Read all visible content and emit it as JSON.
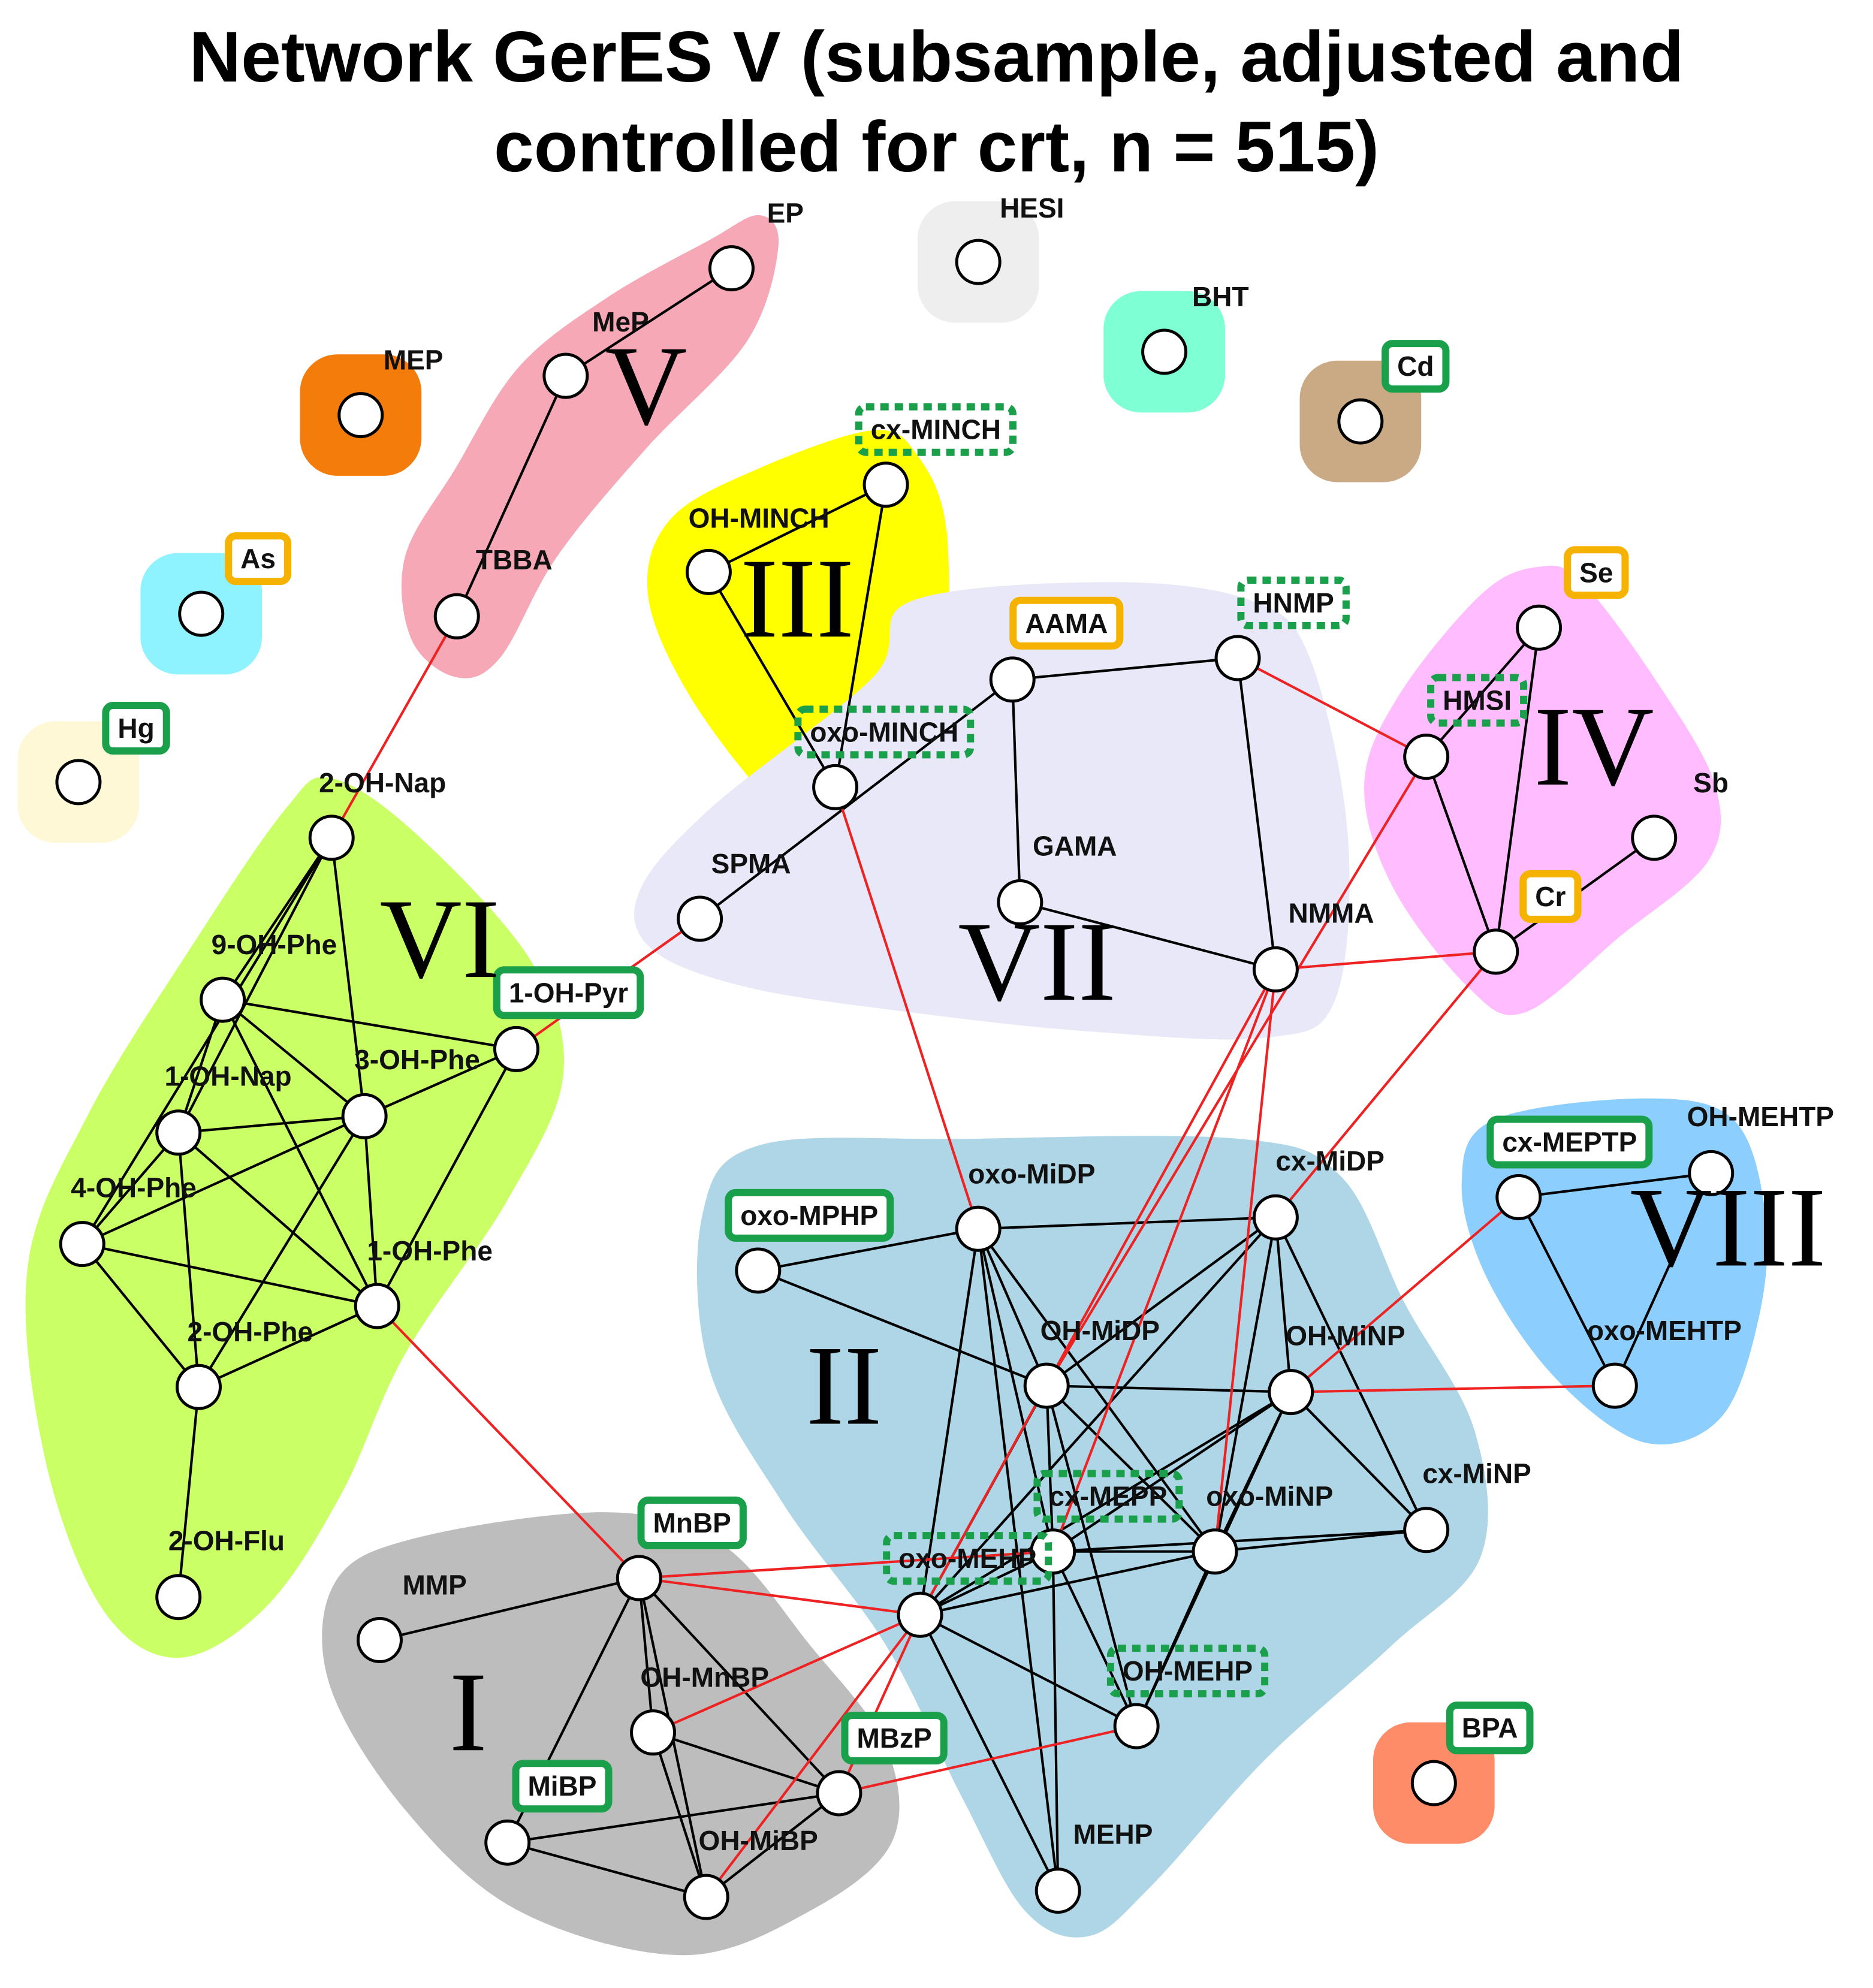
{
  "title": {
    "line1": "Network GerES V (subsample, adjusted and",
    "line2": "controlled for crt, n = 515)"
  },
  "colors": {
    "edge_within": "#000000",
    "edge_between": "#ee2222",
    "box_solid": "#1aa04b",
    "box_dashed": "#1aa04b",
    "box_orange": "#f5b300",
    "node_fill": "#ffffff",
    "node_stroke": "#000000"
  },
  "clusters": [
    {
      "id": "I",
      "label": "I",
      "color": "#bdbdbd"
    },
    {
      "id": "II",
      "label": "II",
      "color": "#aed6e6"
    },
    {
      "id": "III",
      "label": "III",
      "color": "#ffff00"
    },
    {
      "id": "IV",
      "label": "IV",
      "color": "#ffbcff"
    },
    {
      "id": "V",
      "label": "V",
      "color": "#f6a8b6"
    },
    {
      "id": "VI",
      "label": "VI",
      "color": "#cbff66"
    },
    {
      "id": "VII",
      "label": "VII",
      "color": "#e8e8f8"
    },
    {
      "id": "VIII",
      "label": "VIII",
      "color": "#8ccfff"
    }
  ],
  "singletons": [
    {
      "node": "EP_single",
      "color": "#f2f2f2"
    },
    {
      "node": "HESI",
      "color": "#eeeeee"
    },
    {
      "node": "BHT",
      "color": "#7fffd4"
    },
    {
      "node": "Cd",
      "color": "#c9aa85"
    },
    {
      "node": "MEP",
      "color": "#f47c0a"
    },
    {
      "node": "As",
      "color": "#8ff3ff"
    },
    {
      "node": "Hg",
      "color": "#fff8d6"
    },
    {
      "node": "BPA",
      "color": "#ff8c69"
    }
  ],
  "nodes": [
    {
      "id": "EP",
      "label": "EP",
      "box": "none"
    },
    {
      "id": "MeP",
      "label": "MeP",
      "box": "none"
    },
    {
      "id": "TBBA",
      "label": "TBBA",
      "box": "none"
    },
    {
      "id": "HESI",
      "label": "HESI",
      "box": "none"
    },
    {
      "id": "BHT",
      "label": "BHT",
      "box": "none"
    },
    {
      "id": "Cd",
      "label": "Cd",
      "box": "solid"
    },
    {
      "id": "MEP",
      "label": "MEP",
      "box": "none"
    },
    {
      "id": "As",
      "label": "As",
      "box": "orange"
    },
    {
      "id": "Hg",
      "label": "Hg",
      "box": "solid"
    },
    {
      "id": "cx-MINCH",
      "label": "cx-MINCH",
      "box": "dashed"
    },
    {
      "id": "OH-MINCH",
      "label": "OH-MINCH",
      "box": "none"
    },
    {
      "id": "oxo-MINCH",
      "label": "oxo-MINCH",
      "box": "dashed"
    },
    {
      "id": "AAMA",
      "label": "AAMA",
      "box": "orange"
    },
    {
      "id": "HNMP",
      "label": "HNMP",
      "box": "dashed"
    },
    {
      "id": "GAMA",
      "label": "GAMA",
      "box": "none"
    },
    {
      "id": "NMMA",
      "label": "NMMA",
      "box": "none"
    },
    {
      "id": "SPMA",
      "label": "SPMA",
      "box": "none"
    },
    {
      "id": "Se",
      "label": "Se",
      "box": "orange"
    },
    {
      "id": "HMSI",
      "label": "HMSI",
      "box": "dashed"
    },
    {
      "id": "Sb",
      "label": "Sb",
      "box": "none"
    },
    {
      "id": "Cr",
      "label": "Cr",
      "box": "orange"
    },
    {
      "id": "2-OH-Nap",
      "label": "2-OH-Nap",
      "box": "none"
    },
    {
      "id": "9-OH-Phe",
      "label": "9-OH-Phe",
      "box": "none"
    },
    {
      "id": "1-OH-Pyr",
      "label": "1-OH-Pyr",
      "box": "solid"
    },
    {
      "id": "1-OH-Nap",
      "label": "1-OH-Nap",
      "box": "none"
    },
    {
      "id": "3-OH-Phe",
      "label": "3-OH-Phe",
      "box": "none"
    },
    {
      "id": "4-OH-Phe",
      "label": "4-OH-Phe",
      "box": "none"
    },
    {
      "id": "1-OH-Phe",
      "label": "1-OH-Phe",
      "box": "none"
    },
    {
      "id": "2-OH-Phe",
      "label": "2-OH-Phe",
      "box": "none"
    },
    {
      "id": "2-OH-Flu",
      "label": "2-OH-Flu",
      "box": "none"
    },
    {
      "id": "oxo-MPHP",
      "label": "oxo-MPHP",
      "box": "solid"
    },
    {
      "id": "oxo-MiDP",
      "label": "oxo-MiDP",
      "box": "none"
    },
    {
      "id": "cx-MiDP",
      "label": "cx-MiDP",
      "box": "none"
    },
    {
      "id": "OH-MiDP",
      "label": "OH-MiDP",
      "box": "none"
    },
    {
      "id": "OH-MiNP",
      "label": "OH-MiNP",
      "box": "none"
    },
    {
      "id": "cx-MiNP",
      "label": "cx-MiNP",
      "box": "none"
    },
    {
      "id": "cx-MEPP",
      "label": "cx-MEPP",
      "box": "dashed"
    },
    {
      "id": "oxo-MiNP",
      "label": "oxo-MiNP",
      "box": "none"
    },
    {
      "id": "oxo-MEHP",
      "label": "oxo-MEHP",
      "box": "dashed"
    },
    {
      "id": "OH-MEHP",
      "label": "OH-MEHP",
      "box": "dashed"
    },
    {
      "id": "MEHP",
      "label": "MEHP",
      "box": "none"
    },
    {
      "id": "MnBP",
      "label": "MnBP",
      "box": "solid"
    },
    {
      "id": "MMP",
      "label": "MMP",
      "box": "none"
    },
    {
      "id": "OH-MnBP",
      "label": "OH-MnBP",
      "box": "none"
    },
    {
      "id": "MiBP",
      "label": "MiBP",
      "box": "solid"
    },
    {
      "id": "MBzP",
      "label": "MBzP",
      "box": "solid"
    },
    {
      "id": "OH-MiBP",
      "label": "OH-MiBP",
      "box": "none"
    },
    {
      "id": "cx-MEPTP",
      "label": "cx-MEPTP",
      "box": "solid"
    },
    {
      "id": "OH-MEHTP",
      "label": "OH-MEHTP",
      "box": "none"
    },
    {
      "id": "oxo-MEHTP",
      "label": "oxo-MEHTP",
      "box": "none"
    },
    {
      "id": "BPA",
      "label": "BPA",
      "box": "solid"
    }
  ],
  "edges_within": [
    [
      "EP",
      "MeP"
    ],
    [
      "MeP",
      "TBBA"
    ],
    [
      "cx-MINCH",
      "OH-MINCH"
    ],
    [
      "cx-MINCH",
      "oxo-MINCH"
    ],
    [
      "OH-MINCH",
      "oxo-MINCH"
    ],
    [
      "AAMA",
      "HNMP"
    ],
    [
      "AAMA",
      "GAMA"
    ],
    [
      "AAMA",
      "SPMA"
    ],
    [
      "HNMP",
      "NMMA"
    ],
    [
      "GAMA",
      "NMMA"
    ],
    [
      "Se",
      "HMSI"
    ],
    [
      "Se",
      "Cr"
    ],
    [
      "HMSI",
      "Cr"
    ],
    [
      "Sb",
      "Cr"
    ],
    [
      "2-OH-Nap",
      "9-OH-Phe"
    ],
    [
      "2-OH-Nap",
      "1-OH-Nap"
    ],
    [
      "2-OH-Nap",
      "3-OH-Phe"
    ],
    [
      "2-OH-Nap",
      "4-OH-Phe"
    ],
    [
      "9-OH-Phe",
      "1-OH-Nap"
    ],
    [
      "9-OH-Phe",
      "3-OH-Phe"
    ],
    [
      "9-OH-Phe",
      "1-OH-Pyr"
    ],
    [
      "9-OH-Phe",
      "1-OH-Phe"
    ],
    [
      "1-OH-Nap",
      "3-OH-Phe"
    ],
    [
      "1-OH-Nap",
      "4-OH-Phe"
    ],
    [
      "1-OH-Nap",
      "2-OH-Phe"
    ],
    [
      "1-OH-Nap",
      "1-OH-Phe"
    ],
    [
      "3-OH-Phe",
      "1-OH-Pyr"
    ],
    [
      "3-OH-Phe",
      "4-OH-Phe"
    ],
    [
      "3-OH-Phe",
      "1-OH-Phe"
    ],
    [
      "3-OH-Phe",
      "2-OH-Phe"
    ],
    [
      "1-OH-Pyr",
      "1-OH-Phe"
    ],
    [
      "4-OH-Phe",
      "1-OH-Phe"
    ],
    [
      "4-OH-Phe",
      "2-OH-Phe"
    ],
    [
      "1-OH-Phe",
      "2-OH-Phe"
    ],
    [
      "2-OH-Phe",
      "2-OH-Flu"
    ],
    [
      "oxo-MPHP",
      "oxo-MiDP"
    ],
    [
      "oxo-MPHP",
      "OH-MiDP"
    ],
    [
      "oxo-MiDP",
      "cx-MiDP"
    ],
    [
      "oxo-MiDP",
      "OH-MiDP"
    ],
    [
      "oxo-MiDP",
      "oxo-MEHP"
    ],
    [
      "oxo-MiDP",
      "cx-MEPP"
    ],
    [
      "oxo-MiDP",
      "oxo-MiNP"
    ],
    [
      "oxo-MiDP",
      "MEHP"
    ],
    [
      "cx-MiDP",
      "OH-MiDP"
    ],
    [
      "cx-MiDP",
      "OH-MiNP"
    ],
    [
      "cx-MiDP",
      "cx-MiNP"
    ],
    [
      "cx-MiDP",
      "oxo-MiNP"
    ],
    [
      "cx-MiDP",
      "oxo-MEHP"
    ],
    [
      "OH-MiDP",
      "OH-MiNP"
    ],
    [
      "OH-MiDP",
      "cx-MEPP"
    ],
    [
      "OH-MiDP",
      "oxo-MiNP"
    ],
    [
      "OH-MiDP",
      "oxo-MEHP"
    ],
    [
      "OH-MiDP",
      "OH-MEHP"
    ],
    [
      "OH-MiNP",
      "cx-MiNP"
    ],
    [
      "OH-MiNP",
      "oxo-MiNP"
    ],
    [
      "OH-MiNP",
      "oxo-MEHP"
    ],
    [
      "OH-MiNP",
      "OH-MEHP"
    ],
    [
      "OH-MiNP",
      "cx-MEPP"
    ],
    [
      "cx-MiNP",
      "oxo-MiNP"
    ],
    [
      "cx-MiNP",
      "cx-MEPP"
    ],
    [
      "cx-MEPP",
      "oxo-MEHP"
    ],
    [
      "cx-MEPP",
      "oxo-MiNP"
    ],
    [
      "cx-MEPP",
      "OH-MEHP"
    ],
    [
      "cx-MEPP",
      "MEHP"
    ],
    [
      "oxo-MEHP",
      "oxo-MiNP"
    ],
    [
      "oxo-MEHP",
      "OH-MEHP"
    ],
    [
      "oxo-MEHP",
      "MEHP"
    ],
    [
      "oxo-MiNP",
      "OH-MEHP"
    ],
    [
      "MnBP",
      "MMP"
    ],
    [
      "MnBP",
      "OH-MnBP"
    ],
    [
      "MnBP",
      "MiBP"
    ],
    [
      "MnBP",
      "OH-MiBP"
    ],
    [
      "MnBP",
      "MBzP"
    ],
    [
      "OH-MnBP",
      "OH-MiBP"
    ],
    [
      "OH-MnBP",
      "MBzP"
    ],
    [
      "MiBP",
      "OH-MiBP"
    ],
    [
      "MiBP",
      "MBzP"
    ],
    [
      "OH-MiBP",
      "MBzP"
    ],
    [
      "cx-MEPTP",
      "OH-MEHTP"
    ],
    [
      "cx-MEPTP",
      "oxo-MEHTP"
    ],
    [
      "OH-MEHTP",
      "oxo-MEHTP"
    ]
  ],
  "edges_between": [
    [
      "TBBA",
      "2-OH-Nap"
    ],
    [
      "oxo-MINCH",
      "oxo-MiDP"
    ],
    [
      "SPMA",
      "1-OH-Pyr"
    ],
    [
      "HNMP",
      "HMSI"
    ],
    [
      "NMMA",
      "Cr"
    ],
    [
      "HMSI",
      "OH-MiDP"
    ],
    [
      "Cr",
      "cx-MiDP"
    ],
    [
      "NMMA",
      "oxo-MEHP"
    ],
    [
      "NMMA",
      "cx-MEPP"
    ],
    [
      "NMMA",
      "oxo-MiNP"
    ],
    [
      "1-OH-Phe",
      "MnBP"
    ],
    [
      "MnBP",
      "oxo-MEHP"
    ],
    [
      "MnBP",
      "cx-MEPP"
    ],
    [
      "OH-MnBP",
      "oxo-MEHP"
    ],
    [
      "OH-MiBP",
      "oxo-MEHP"
    ],
    [
      "MBzP",
      "oxo-MEHP"
    ],
    [
      "MBzP",
      "OH-MEHP"
    ],
    [
      "cx-MEPTP",
      "OH-MiNP"
    ],
    [
      "oxo-MEHTP",
      "OH-MiNP"
    ]
  ]
}
